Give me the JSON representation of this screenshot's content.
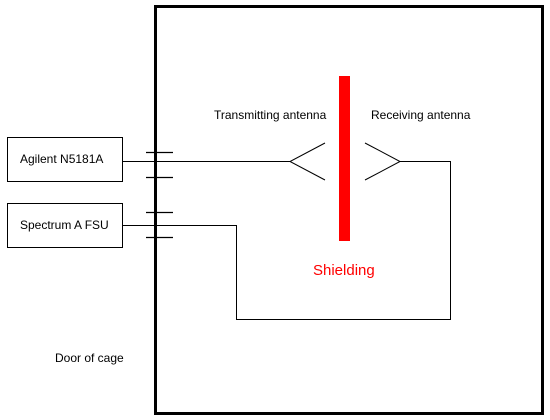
{
  "instruments": {
    "generator": "Agilent N5181A",
    "analyzer": "Spectrum A FSU"
  },
  "antennas": {
    "transmitting": "Transmitting antenna",
    "receiving": "Receiving antenna"
  },
  "shielding": {
    "label": "Shielding",
    "color": "#ff0000"
  },
  "cage": {
    "door_label": "Door of cage"
  }
}
